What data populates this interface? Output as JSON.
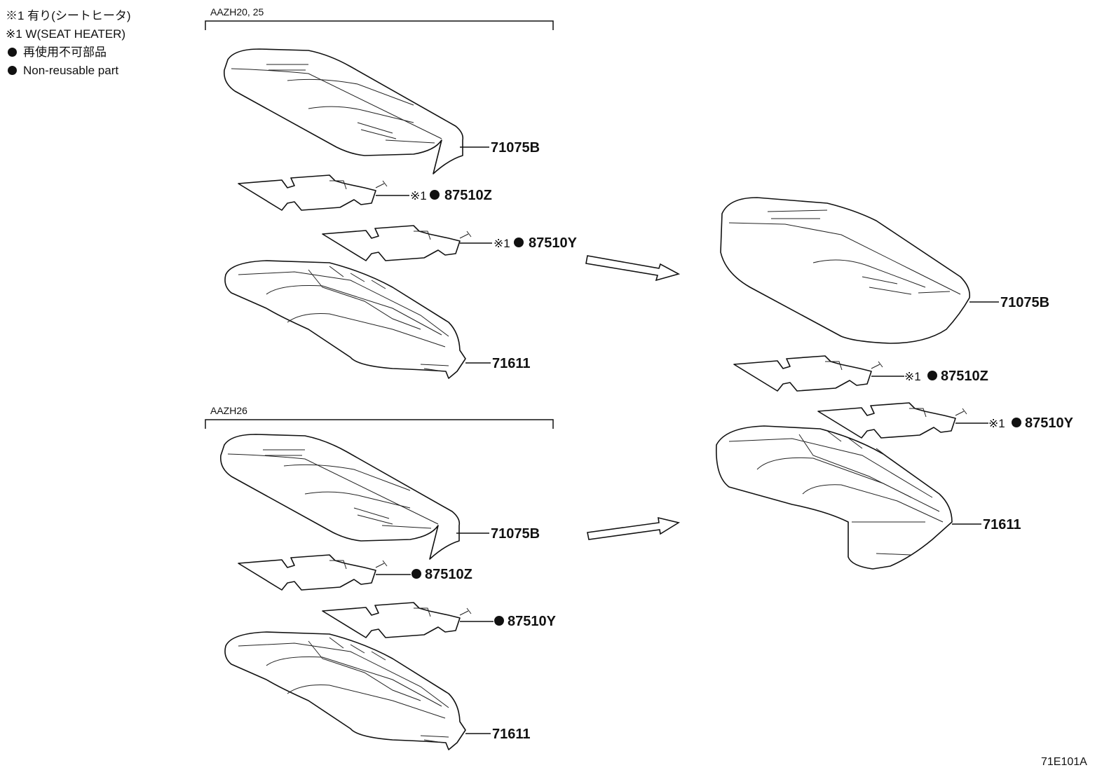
{
  "legend": {
    "line1": "※1 有り(シートヒータ)",
    "line2": "※1 W(SEAT HEATER)",
    "line3": "再使用不可部品",
    "line4": "Non-reusable part"
  },
  "groups": {
    "top": "AAZH20, 25",
    "bottom": "AAZH26"
  },
  "parts": {
    "cover": "71075B",
    "heater_z": "87510Z",
    "heater_y": "87510Y",
    "pad": "71611"
  },
  "markers": {
    "heater": "※1"
  },
  "figure_code": "71E101A"
}
